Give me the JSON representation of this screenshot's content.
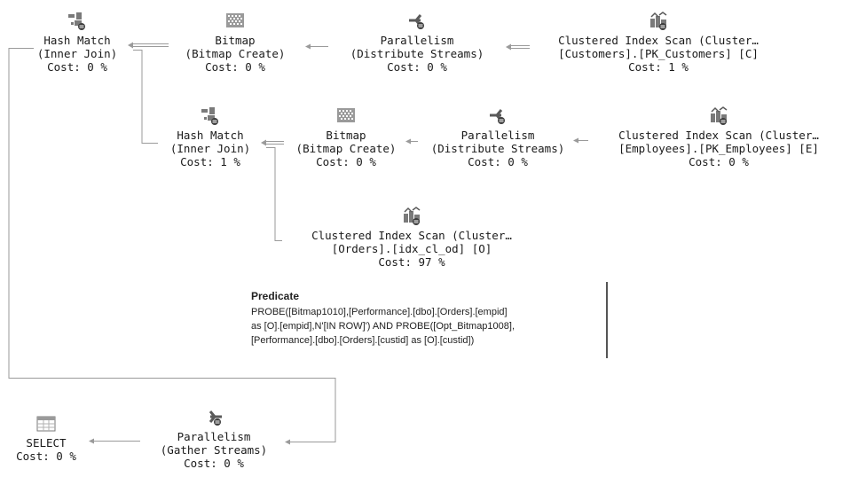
{
  "nodes": {
    "hash_match_1": {
      "l1": "Hash Match",
      "l2": "(Inner Join)",
      "l3": "Cost: 0 %"
    },
    "bitmap_1": {
      "l1": "Bitmap",
      "l2": "(Bitmap Create)",
      "l3": "Cost: 0 %"
    },
    "parallelism_1": {
      "l1": "Parallelism",
      "l2": "(Distribute Streams)",
      "l3": "Cost: 0 %"
    },
    "scan_customers": {
      "l1": "Clustered Index Scan (Cluster…",
      "l2": "[Customers].[PK_Customers] [C]",
      "l3": "Cost: 1 %"
    },
    "hash_match_2": {
      "l1": "Hash Match",
      "l2": "(Inner Join)",
      "l3": "Cost: 1 %"
    },
    "bitmap_2": {
      "l1": "Bitmap",
      "l2": "(Bitmap Create)",
      "l3": "Cost: 0 %"
    },
    "parallelism_2": {
      "l1": "Parallelism",
      "l2": "(Distribute Streams)",
      "l3": "Cost: 0 %"
    },
    "scan_employees": {
      "l1": "Clustered Index Scan (Cluster…",
      "l2": "[Employees].[PK_Employees] [E]",
      "l3": "Cost: 0 %"
    },
    "scan_orders": {
      "l1": "Clustered Index Scan (Cluster…",
      "l2": "[Orders].[idx_cl_od] [O]",
      "l3": "Cost: 97 %"
    },
    "select": {
      "l1": "SELECT",
      "l2": "Cost: 0 %"
    },
    "parallelism_3": {
      "l1": "Parallelism",
      "l2": "(Gather Streams)",
      "l3": "Cost: 0 %"
    }
  },
  "tooltip": {
    "title": "Predicate",
    "lines": [
      "PROBE([Bitmap1010],[Performance].[dbo].[Orders].[empid]",
      "as [O].[empid],N'[IN ROW]') AND PROBE([Opt_Bitmap1008],",
      "[Performance].[dbo].[Orders].[custid] as [O].[custid])"
    ]
  },
  "icons": {
    "hash_match": "hash-match-icon",
    "bitmap": "bitmap-icon",
    "parallelism": "parallelism-icon",
    "scan": "clustered-index-scan-icon",
    "select": "select-icon"
  },
  "colors": {
    "connector": "#9a9a9a",
    "text": "#1a1a1a",
    "icon_gray": "#7a7a7a",
    "icon_dark": "#3c3c3c"
  }
}
